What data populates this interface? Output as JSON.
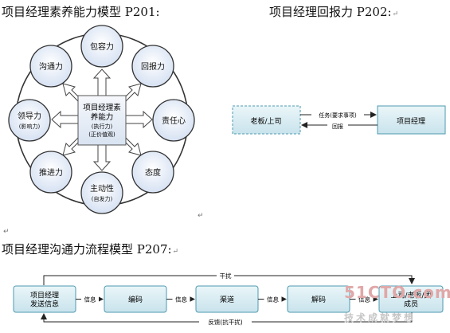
{
  "titles": {
    "p201": "项目经理素养能力模型   P201:",
    "p202": "项目经理回报力   P202:",
    "p207": "项目经理沟通力流程模型   P207:",
    "return_mark": "↵"
  },
  "competency_model": {
    "center_lines": [
      "项目经理素",
      "养能力",
      "(执行力)",
      "(正价值观)"
    ],
    "satellites": {
      "top": [
        "包容力"
      ],
      "top_right": [
        "回报力"
      ],
      "right": [
        "责任心"
      ],
      "bottom_right": [
        "态度"
      ],
      "bottom": [
        "主动性",
        "(自发力)"
      ],
      "bottom_left": [
        "推进力"
      ],
      "left": [
        "领导力",
        "(影响力)"
      ],
      "top_left": [
        "沟通力"
      ]
    }
  },
  "report_model": {
    "boss": "老板/上司",
    "pm": "项目经理",
    "task_label": "任务(要求事项)",
    "report_label": "回报"
  },
  "communication_model": {
    "nodes": [
      "项目经理\n发送信息",
      "编码",
      "渠道",
      "解码",
      "上司/老板/团\n成员"
    ],
    "edge_labels": [
      "信息",
      "信息",
      "信息",
      "信息"
    ],
    "interference_label": "干扰",
    "feedback_label": "反馈(抗干扰)"
  },
  "watermark": {
    "domain": "51CTO.com",
    "slogan": "技术成就梦想"
  }
}
